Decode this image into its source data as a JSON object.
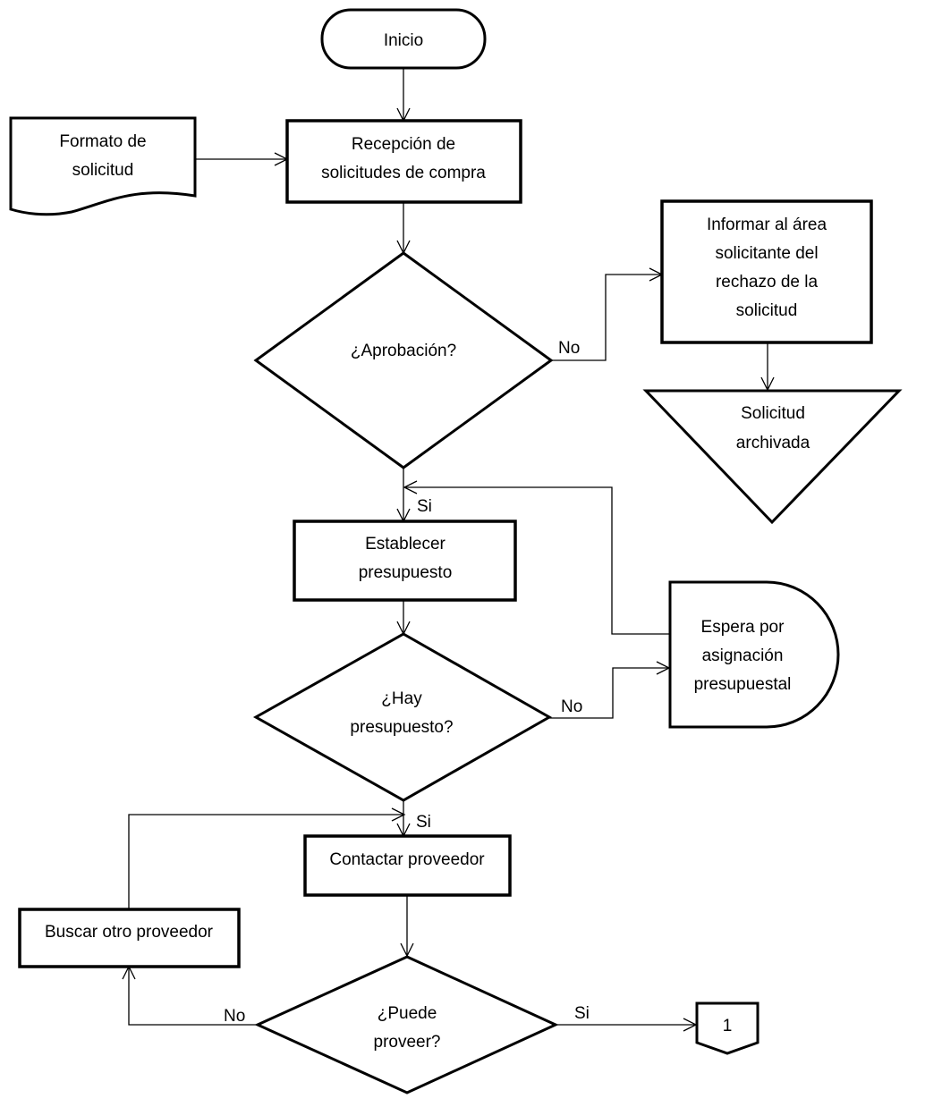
{
  "nodes": {
    "inicio": "Inicio",
    "formato_line1": "Formato de",
    "formato_line2": "solicitud",
    "recepcion_line1": "Recepción de",
    "recepcion_line2": "solicitudes de compra",
    "aprobacion": "¿Aprobación?",
    "informar_line1": "Informar al área",
    "informar_line2": "solicitante del",
    "informar_line3": "rechazo de la",
    "informar_line4": "solicitud",
    "archivada_line1": "Solicitud",
    "archivada_line2": "archivada",
    "establecer_line1": "Establecer",
    "establecer_line2": "presupuesto",
    "espera_line1": "Espera por",
    "espera_line2": "asignación",
    "espera_line3": "presupuestal",
    "hay_line1": "¿Hay",
    "hay_line2": "presupuesto?",
    "contactar": "Contactar proveedor",
    "buscar": "Buscar otro proveedor",
    "puede_line1": "¿Puede",
    "puede_line2": "proveer?",
    "connector": "1"
  },
  "edge_labels": {
    "aprobacion_no": "No",
    "aprobacion_si": "Si",
    "hay_no": "No",
    "hay_si": "Si",
    "puede_no": "No",
    "puede_si": "Si"
  }
}
